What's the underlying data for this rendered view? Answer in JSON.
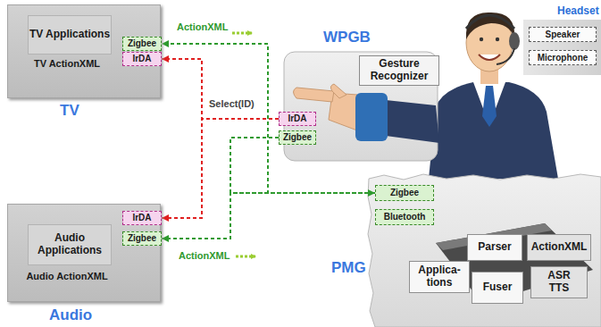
{
  "diagram": {
    "nodes": [
      {
        "text": [
          "TV"
        ]
      },
      {
        "text": [
          "TV Applications"
        ],
        "in": 0
      },
      {
        "text": [
          "TV ActionXML"
        ],
        "in": 0
      },
      {
        "text": [
          "Zigbee"
        ],
        "in": 0
      },
      {
        "text": [
          "IrDA"
        ],
        "in": 0
      },
      {
        "text": [
          "WPGB"
        ]
      },
      {
        "text": [
          "Gesture Recognizer"
        ],
        "in": 5
      },
      {
        "text": [
          "IrDA"
        ],
        "in": 5
      },
      {
        "text": [
          "Zigbee"
        ],
        "in": 5
      },
      {
        "text": [
          "Headset"
        ]
      },
      {
        "text": [
          "Speaker"
        ],
        "in": 9
      },
      {
        "text": [
          "Microphone"
        ],
        "in": 9
      },
      {
        "text": [
          "Audio"
        ]
      },
      {
        "text": [
          "IrDA"
        ],
        "in": 12
      },
      {
        "text": [
          "Zigbee"
        ],
        "in": 12
      },
      {
        "text": [
          "Audio Applications"
        ],
        "in": 12
      },
      {
        "text": [
          "Audio ActionXML"
        ],
        "in": 12
      },
      {
        "text": [
          "PMG"
        ]
      },
      {
        "text": [
          "Zigbee"
        ],
        "in": 17
      },
      {
        "text": [
          "Bluetooth"
        ],
        "in": 17
      },
      {
        "text": [
          "Parser"
        ],
        "in": 17
      },
      {
        "text": [
          "ActionXML"
        ],
        "in": 17
      },
      {
        "text": [
          "Applica- tions"
        ],
        "in": 17
      },
      {
        "text": [
          "Fuser"
        ],
        "in": 17
      },
      {
        "text": [
          "ASR",
          "TTS"
        ],
        "in": 17
      }
    ],
    "edges": [
      {
        "from": 8,
        "to": 18,
        "arrow": "to"
      },
      {
        "from": 18,
        "to": 3,
        "label": "ActionXML",
        "arrow": "to"
      },
      {
        "from": 18,
        "to": 14,
        "label": "ActionXML",
        "arrow": "to"
      },
      {
        "from": 7,
        "to": 4,
        "label": "Select(ID)",
        "arrow": "to"
      },
      {
        "from": 7,
        "to": 13,
        "arrow": "to"
      }
    ]
  }
}
